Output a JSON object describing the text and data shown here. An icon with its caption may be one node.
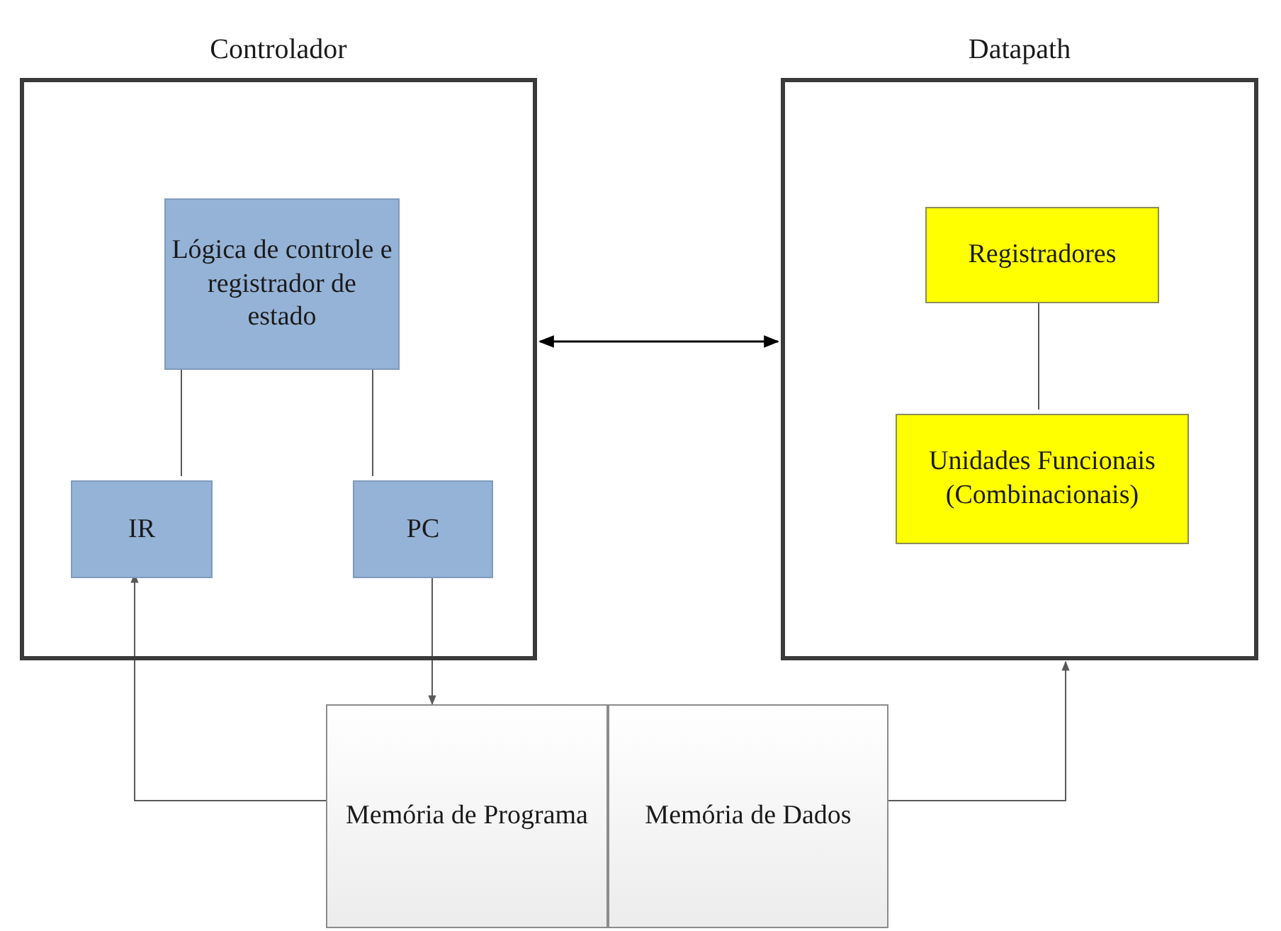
{
  "diagram": {
    "nodes": [
      {
        "text": [
          "Controlador"
        ]
      },
      {
        "text": [
          "Lógica de controle e registrador de estado"
        ],
        "in": 0
      },
      {
        "text": [
          "IR"
        ],
        "in": 0
      },
      {
        "text": [
          "PC"
        ],
        "in": 0
      },
      {
        "text": [
          "Datapath"
        ]
      },
      {
        "text": [
          "Registradores"
        ],
        "in": 4
      },
      {
        "text": [
          "Unidades Funcionais (Combinacionais)"
        ],
        "in": 4
      },
      {
        "text": [
          "Memória de Programa"
        ]
      },
      {
        "text": [
          "Memória de Dados"
        ]
      }
    ],
    "edges": [
      {
        "from": 1,
        "to": 2,
        "arrow": "none"
      },
      {
        "from": 1,
        "to": 3,
        "arrow": "none"
      },
      {
        "from": 0,
        "to": 4,
        "arrow": "both"
      },
      {
        "from": 7,
        "to": 2,
        "arrow": "to"
      },
      {
        "from": 3,
        "to": 7,
        "arrow": "to"
      },
      {
        "from": 8,
        "to": 4,
        "arrow": "to"
      },
      {
        "from": 5,
        "to": 6,
        "arrow": "none"
      }
    ]
  }
}
